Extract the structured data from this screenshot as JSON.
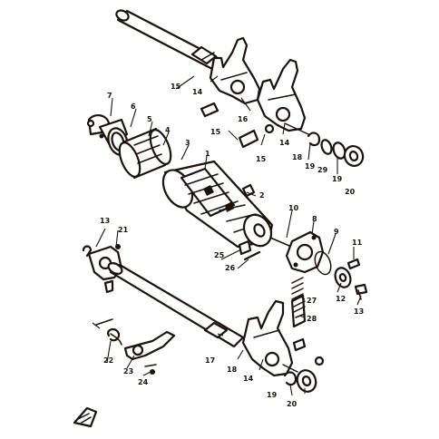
{
  "colors": {
    "ink": "#1a120c",
    "paper": "#ffffff"
  },
  "callouts": [
    {
      "id": "c1",
      "text": "1"
    },
    {
      "id": "c2",
      "text": "2"
    },
    {
      "id": "c3",
      "text": "3"
    },
    {
      "id": "c4",
      "text": "4"
    },
    {
      "id": "c5",
      "text": "5"
    },
    {
      "id": "c6",
      "text": "6"
    },
    {
      "id": "c7",
      "text": "7"
    },
    {
      "id": "c8",
      "text": "8"
    },
    {
      "id": "c9",
      "text": "9"
    },
    {
      "id": "c10",
      "text": "10"
    },
    {
      "id": "c11",
      "text": "11"
    },
    {
      "id": "c12",
      "text": "12"
    },
    {
      "id": "c13",
      "text": "13"
    },
    {
      "id": "c13b",
      "text": "13"
    },
    {
      "id": "c14",
      "text": "14"
    },
    {
      "id": "c14b",
      "text": "14"
    },
    {
      "id": "c14c",
      "text": "14"
    },
    {
      "id": "c15",
      "text": "15"
    },
    {
      "id": "c15b",
      "text": "15"
    },
    {
      "id": "c15c",
      "text": "15"
    },
    {
      "id": "c16",
      "text": "16"
    },
    {
      "id": "c17",
      "text": "17"
    },
    {
      "id": "c18",
      "text": "18"
    },
    {
      "id": "c18b",
      "text": "18"
    },
    {
      "id": "c19",
      "text": "19"
    },
    {
      "id": "c19b",
      "text": "19"
    },
    {
      "id": "c19c",
      "text": "19"
    },
    {
      "id": "c20",
      "text": "20"
    },
    {
      "id": "c20b",
      "text": "20"
    },
    {
      "id": "c21",
      "text": "21"
    },
    {
      "id": "c22",
      "text": "22"
    },
    {
      "id": "c23",
      "text": "23"
    },
    {
      "id": "c24",
      "text": "24"
    },
    {
      "id": "c25",
      "text": "25"
    },
    {
      "id": "c26",
      "text": "26"
    },
    {
      "id": "c27",
      "text": "27"
    },
    {
      "id": "c28",
      "text": "28"
    },
    {
      "id": "c29",
      "text": "29"
    }
  ]
}
